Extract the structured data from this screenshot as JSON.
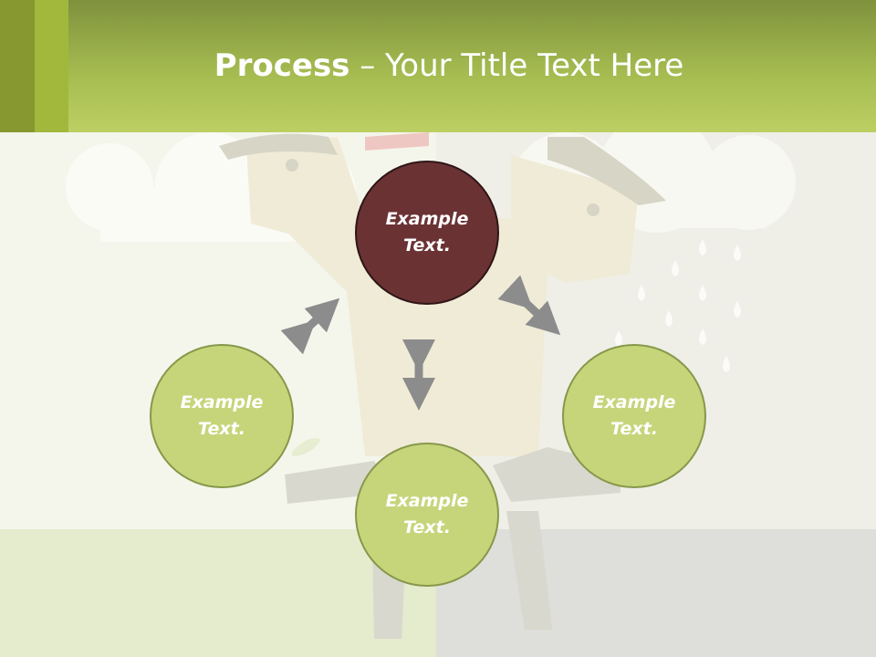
{
  "slide": {
    "title_bold": "Process",
    "title_rest": " – Your Title Text Here"
  },
  "nodes": {
    "top": "Example\nText.",
    "left": "Example\nText.",
    "right": "Example\nText.",
    "bottom": "Example\nText."
  },
  "colors": {
    "header": "#a5bb50",
    "top_circle": "#6b3234",
    "green_circle": "#c6d57a",
    "arrow": "#8c8c8c"
  }
}
